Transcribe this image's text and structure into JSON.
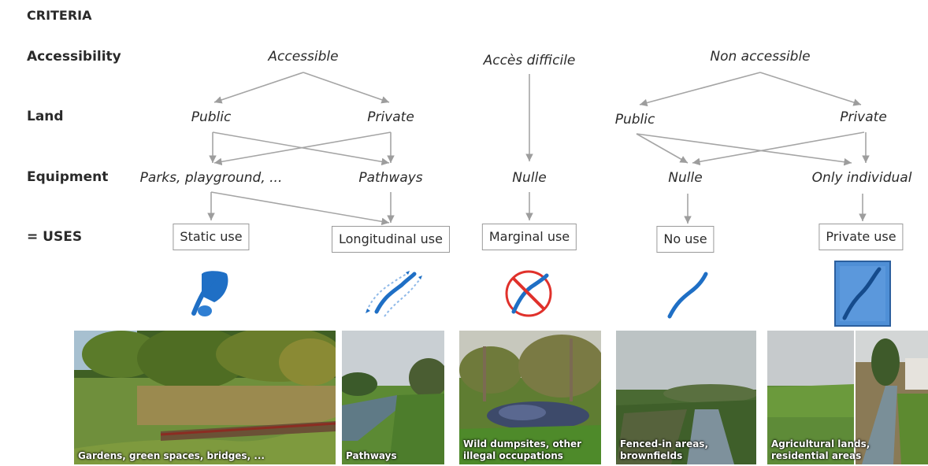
{
  "criteria_header": "CRITERIA",
  "rows": {
    "accessibility": "Accessibility",
    "land": "Land",
    "equipment": "Equipment",
    "uses": "= USES"
  },
  "nodes": {
    "accessible": "Accessible",
    "acces_difficile": "Accès difficile",
    "non_accessible": "Non accessible",
    "public_1": "Public",
    "private_1": "Private",
    "public_2": "Public",
    "private_2": "Private",
    "parks": "Parks, playground, ...",
    "pathways": "Pathways",
    "nulle_1": "Nulle",
    "nulle_2": "Nulle",
    "only_individual": "Only individual"
  },
  "uses": {
    "static": "Static use",
    "longitudinal": "Longitudinal use",
    "marginal": "Marginal use",
    "no_use": "No use",
    "private_use": "Private use"
  },
  "photos": {
    "gardens": "Gardens, green spaces, bridges, ...",
    "pathways": "Pathways",
    "dumpsites": "Wild dumpsites, other illegal occupations",
    "fenced": "Fenced-in areas, brownfields",
    "agricultural": "Agricultural lands, residential areas"
  },
  "colors": {
    "symbol_blue": "#1f6fc5",
    "arrow_grey": "#9d9d9d",
    "prohibit_red": "#e0312b",
    "box_blue": "#4f8fd6"
  }
}
